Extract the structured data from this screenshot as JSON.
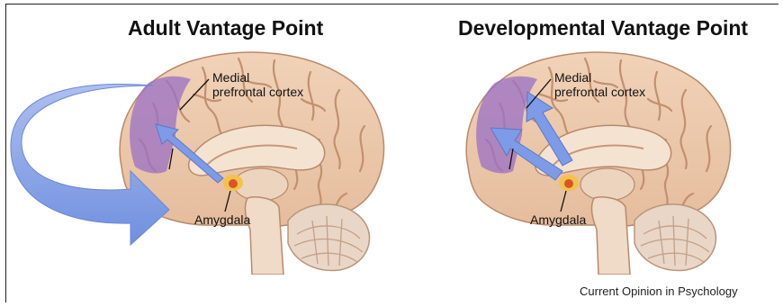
{
  "panels": [
    {
      "title": "Adult Vantage Point",
      "region_label_line1": "Medial",
      "region_label_line2": "prefrontal cortex",
      "structure_label": "Amygdala"
    },
    {
      "title": "Developmental Vantage Point",
      "region_label_line1": "Medial",
      "region_label_line2": "prefrontal cortex",
      "structure_label": "Amygdala"
    }
  ],
  "credit": "Current Opinion in Psychology",
  "colors": {
    "brain": "#ecc8ab",
    "brain_fold": "#c99777",
    "pfc_highlight": "#9a6fc4",
    "arrow": "#7d9be6",
    "amygdala": "#e8a23a"
  }
}
